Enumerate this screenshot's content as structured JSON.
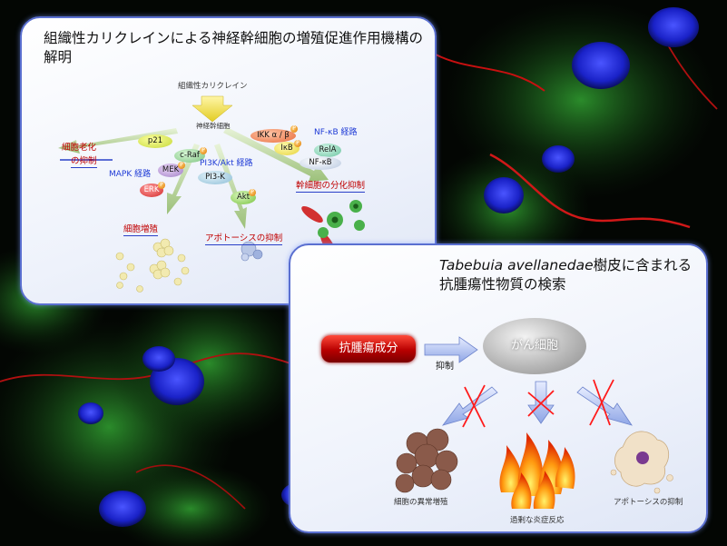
{
  "panel1": {
    "title": "組織性カリクレインによる神経幹細胞の増殖促進作用機構の解明",
    "kallikrein": "組織性カリクレイン",
    "nsc": "神経幹細胞",
    "p21": "p21",
    "craf": "c-Raf",
    "mek": "MEK",
    "erk": "ERK",
    "pi3k": "PI3-K",
    "akt": "Akt",
    "ikk": "IKK α / β",
    "ikb": "IκB",
    "rela": "RelA",
    "nfkb": "NF-κB",
    "p_mark": "P",
    "mapk_path": "MAPK 経路",
    "pi3k_path": "PI3K/Akt 経路",
    "nfkb_path": "NF-κB 経路",
    "senescence": "細胞老化",
    "inhibition": "の抑制",
    "proliferation": "細胞増殖",
    "apoptosis_inhibition": "アポトーシスの抑制",
    "differentiation_inhibition": "幹細胞の分化抑制"
  },
  "panel2": {
    "title": "Tabebuia avellanedae樹皮に含まれる抗腫瘍性物質の検索",
    "title_italic": "Tabebuia avellanedae",
    "title_rest": "樹皮に含まれる抗腫瘍性物質の検索",
    "antitumor": "抗腫瘍成分",
    "suppress": "抑制",
    "cancer_cell": "がん細胞",
    "abnormal_growth": "細胞の異常増殖",
    "inflammation": "過剰な炎症反応",
    "apoptosis_suppression": "アポトーシスの抑制"
  },
  "colors": {
    "panel_border": "#5a6fd0",
    "label_blue": "#1f3bd6",
    "label_red": "#c00000",
    "pill_red": "#b80000"
  }
}
